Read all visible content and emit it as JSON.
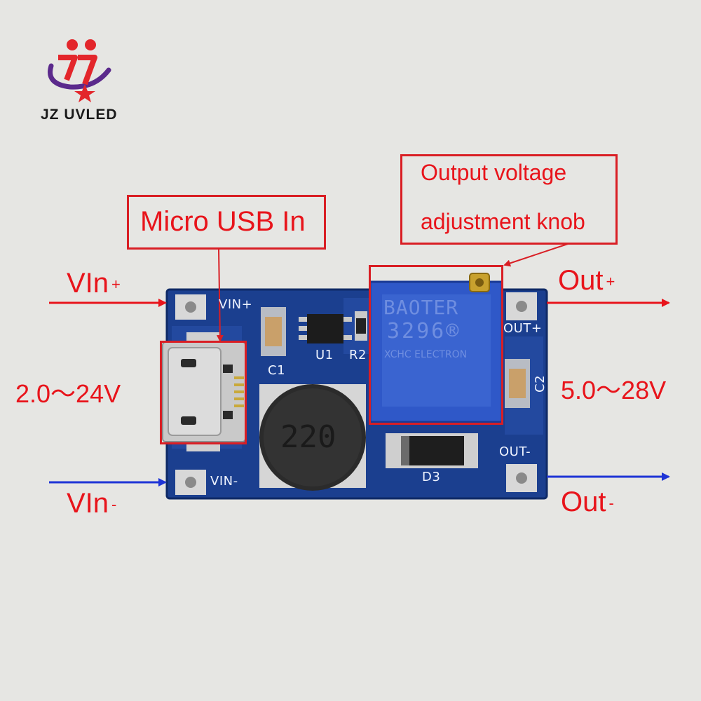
{
  "logo": {
    "text": "JZ UVLED"
  },
  "callouts": {
    "usb": "Micro USB In",
    "knob_line1": "Output voltage",
    "knob_line2": "adjustment knob"
  },
  "inputs": {
    "vin_plus": "VIn",
    "vin_plus_sub": "+",
    "vin_minus": "VIn",
    "vin_minus_sub": "-",
    "range": "2.0～24V"
  },
  "outputs": {
    "out_plus": "Out",
    "out_plus_sub": "+",
    "out_minus": "Out",
    "out_minus_sub": "-",
    "range": "5.0～28V"
  },
  "board": {
    "vin_plus": "VIN+",
    "vin_minus": "VIN-",
    "out_plus": "OUT+",
    "out_minus": "OUT-",
    "c1": "C1",
    "c2": "C2",
    "u1": "U1",
    "r2": "R2",
    "d3": "D3",
    "inductor": "220",
    "pot_brand": "BAOTER",
    "pot_model": "3296®",
    "pot_maker": "XCHC ELECTRON"
  },
  "colors": {
    "arrow_red": "#e8141b",
    "arrow_blue": "#1e34d6",
    "pcb": "#1b3f8f",
    "callout": "#d91e24"
  }
}
